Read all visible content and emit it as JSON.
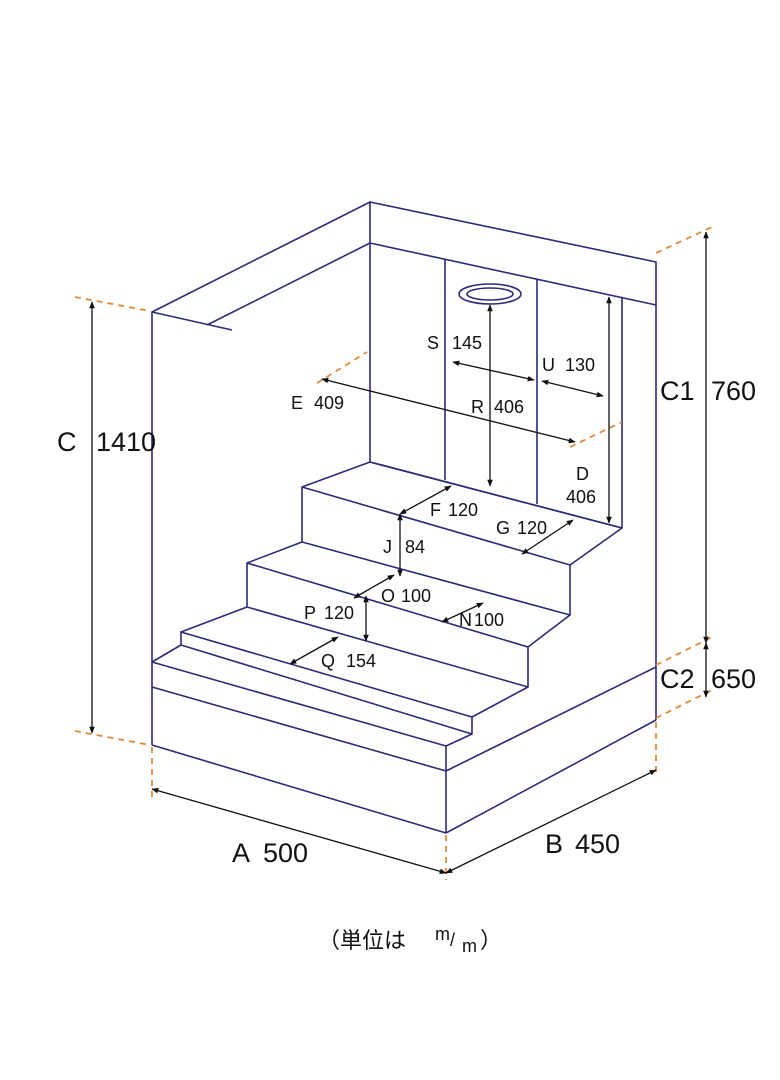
{
  "dimensions": {
    "A": {
      "letter": "A",
      "value": "500"
    },
    "B": {
      "letter": "B",
      "value": "450"
    },
    "C": {
      "letter": "C",
      "value": "1410"
    },
    "C1": {
      "letter": "C1",
      "value": "760"
    },
    "C2": {
      "letter": "C2",
      "value": "650"
    },
    "D": {
      "letter": "D",
      "value": "406"
    },
    "E": {
      "letter": "E",
      "value": "409"
    },
    "F": {
      "letter": "F",
      "value": "120"
    },
    "G": {
      "letter": "G",
      "value": "120"
    },
    "J": {
      "letter": "J",
      "value": "84"
    },
    "N": {
      "letter": "N",
      "value": "100"
    },
    "O": {
      "letter": "O",
      "value": "100"
    },
    "P": {
      "letter": "P",
      "value": "120"
    },
    "Q": {
      "letter": "Q",
      "value": "154"
    },
    "R": {
      "letter": "R",
      "value": "406"
    },
    "S": {
      "letter": "S",
      "value": "145"
    },
    "U": {
      "letter": "U",
      "value": "130"
    }
  },
  "unit_note": {
    "open": "（単位は",
    "numerator": "m",
    "slash": "/",
    "denominator": "m",
    "close": "）"
  },
  "colors": {
    "outline": "#2b2b7a",
    "dimension_line": "#111111",
    "leader_line": "#e08a3c"
  }
}
